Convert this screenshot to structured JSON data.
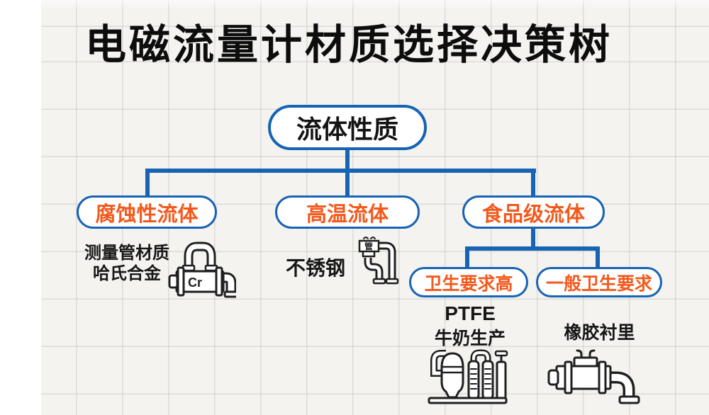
{
  "page": {
    "title": "电磁流量计材质选择决策树"
  },
  "colors": {
    "connector_blue": "#1763b4",
    "node_border_blue": "#1763b4",
    "branch_label_orange": "#f2591d",
    "text_black": "#141414",
    "node_fill": "#ffffff",
    "background": "#f4f3f0"
  },
  "tree": {
    "root": {
      "label": "流体性质"
    },
    "branches": [
      {
        "label": "腐蚀性流体",
        "result": {
          "line1": "测量管材质",
          "line2": "哈氏合金",
          "icon": "hastelloy-flanged-pipe-icon",
          "icon_text": "Cr"
        }
      },
      {
        "label": "高温流体",
        "result": {
          "line1": "不锈钢",
          "icon": "stainless-steel-pipe-icon",
          "icon_text": "管"
        }
      },
      {
        "label": "食品级流体",
        "children": [
          {
            "label": "卫生要求高",
            "result": {
              "line1": "PTFE",
              "line2": "牛奶生产",
              "icon": "dairy-production-equipment-icon"
            }
          },
          {
            "label": "一般卫生要求",
            "result": {
              "line1": "橡胶衬里",
              "icon": "rubber-lined-pipe-icon"
            }
          }
        ]
      }
    ]
  }
}
